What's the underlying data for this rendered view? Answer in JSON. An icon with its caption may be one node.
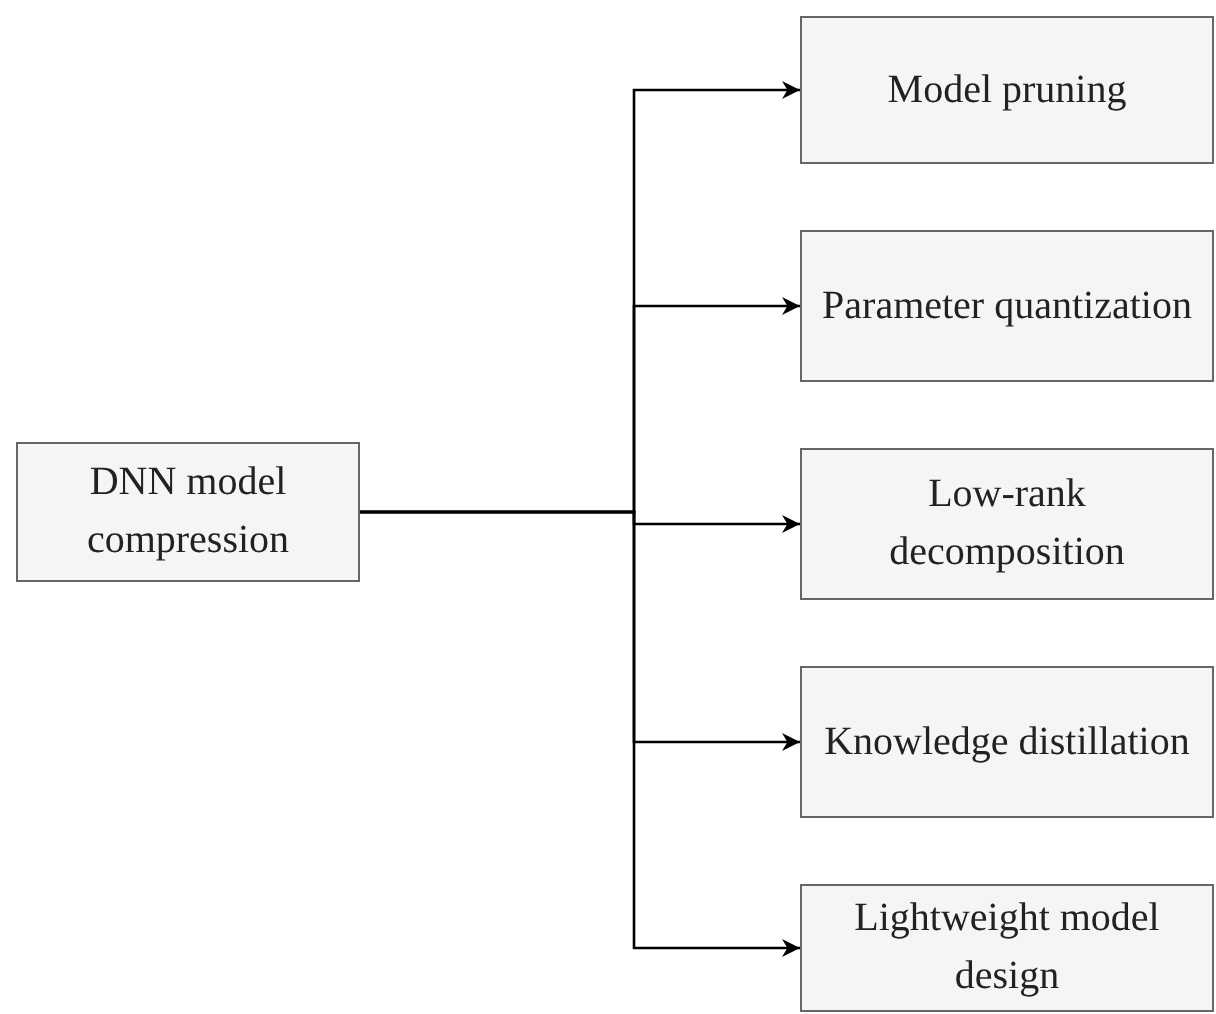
{
  "diagram": {
    "nodes": [
      {
        "text": [
          "DNN model compression"
        ]
      },
      {
        "text": [
          "Model pruning"
        ]
      },
      {
        "text": [
          "Parameter quantization"
        ]
      },
      {
        "text": [
          "Low-rank decomposition"
        ]
      },
      {
        "text": [
          "Knowledge distillation"
        ]
      },
      {
        "text": [
          "Lightweight model design"
        ]
      }
    ],
    "edges": [
      {
        "from": 0,
        "to": 1,
        "arrow": "to"
      },
      {
        "from": 0,
        "to": 2,
        "arrow": "to"
      },
      {
        "from": 0,
        "to": 3,
        "arrow": "to"
      },
      {
        "from": 0,
        "to": 4,
        "arrow": "to"
      },
      {
        "from": 0,
        "to": 5,
        "arrow": "to"
      }
    ]
  }
}
